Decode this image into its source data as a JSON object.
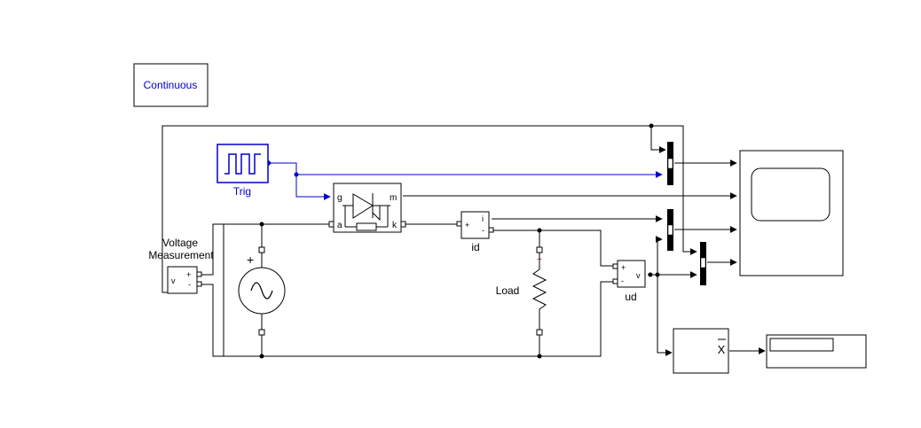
{
  "colors": {
    "background": "#ffffff",
    "wire": "#000000",
    "signal_wire": "#0000cc",
    "block_text_blue": "#0000cc",
    "block_fill": "#ffffff",
    "bus_fill": "#000000",
    "source_accent": "#cc0000"
  },
  "solver": {
    "label": "Continuous"
  },
  "pulse_generator": {
    "label": "Trig",
    "icon": "square-wave-icon"
  },
  "thyristor": {
    "icon": "thyristor-icon",
    "ports": {
      "g": "g",
      "a": "a",
      "k": "k",
      "m": "m"
    }
  },
  "voltage_measurement": {
    "title_line1": "Voltage",
    "title_line2": "Measurement",
    "port_plus": "+",
    "port_minus": "-",
    "port_v": "v"
  },
  "ac_source": {
    "icon": "sine-wave-icon",
    "polarity": "+"
  },
  "current_measurement": {
    "label": "id",
    "port_plus": "+",
    "port_minus": "-",
    "port_i": "i"
  },
  "load": {
    "label": "Load",
    "polarity": "+"
  },
  "voltage_sensor_ud": {
    "label": "ud",
    "port_plus": "+",
    "port_minus": "-",
    "port_v": "v"
  },
  "scope": {
    "icon": "scope-screen-icon"
  },
  "mean_block": {
    "symbol": "X"
  },
  "display": {
    "value": ""
  }
}
